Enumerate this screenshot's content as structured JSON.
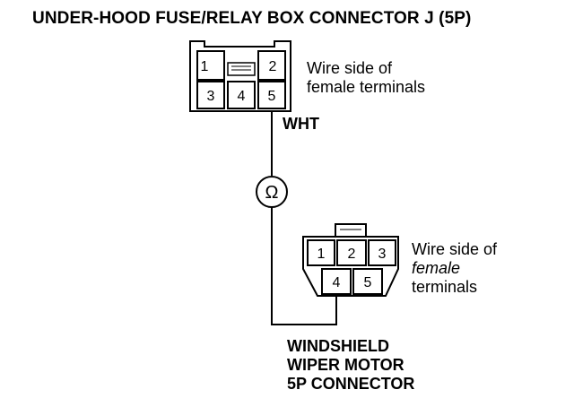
{
  "title": "UNDER-HOOD FUSE/RELAY BOX CONNECTOR J (5P)",
  "connector_j": {
    "terminals": [
      "1",
      "2",
      "3",
      "4",
      "5"
    ],
    "caption_line1": "Wire side of",
    "caption_line2": "female terminals"
  },
  "wire_color": "WHT",
  "meter_symbol": "Ω",
  "wiper_connector": {
    "terminals": [
      "1",
      "2",
      "3",
      "4",
      "5"
    ],
    "caption_line1": "Wire side of",
    "caption_line2": "female",
    "caption_line3": "terminals",
    "label_line1": "WINDSHIELD",
    "label_line2": "WIPER MOTOR",
    "label_line3": "5P CONNECTOR"
  }
}
